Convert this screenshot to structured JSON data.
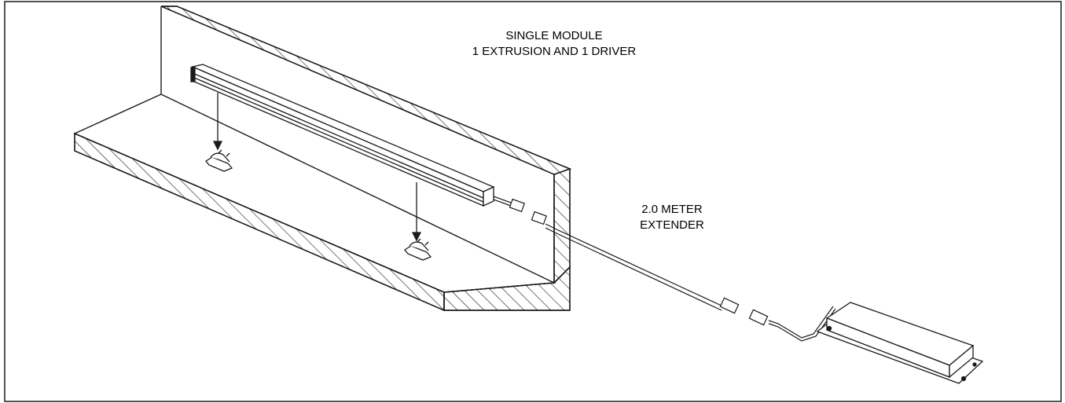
{
  "diagram": {
    "title_lines": [
      "SINGLE MODULE",
      "1 EXTRUSION AND 1 DRIVER"
    ],
    "extender_lines": [
      "2.0 METER",
      "EXTENDER"
    ],
    "colors": {
      "line": "#1a1a1a",
      "background": "#ffffff"
    },
    "parts": [
      "wall",
      "shelf",
      "led-extrusion",
      "mounting-clips",
      "extender-cable",
      "driver-box"
    ]
  }
}
